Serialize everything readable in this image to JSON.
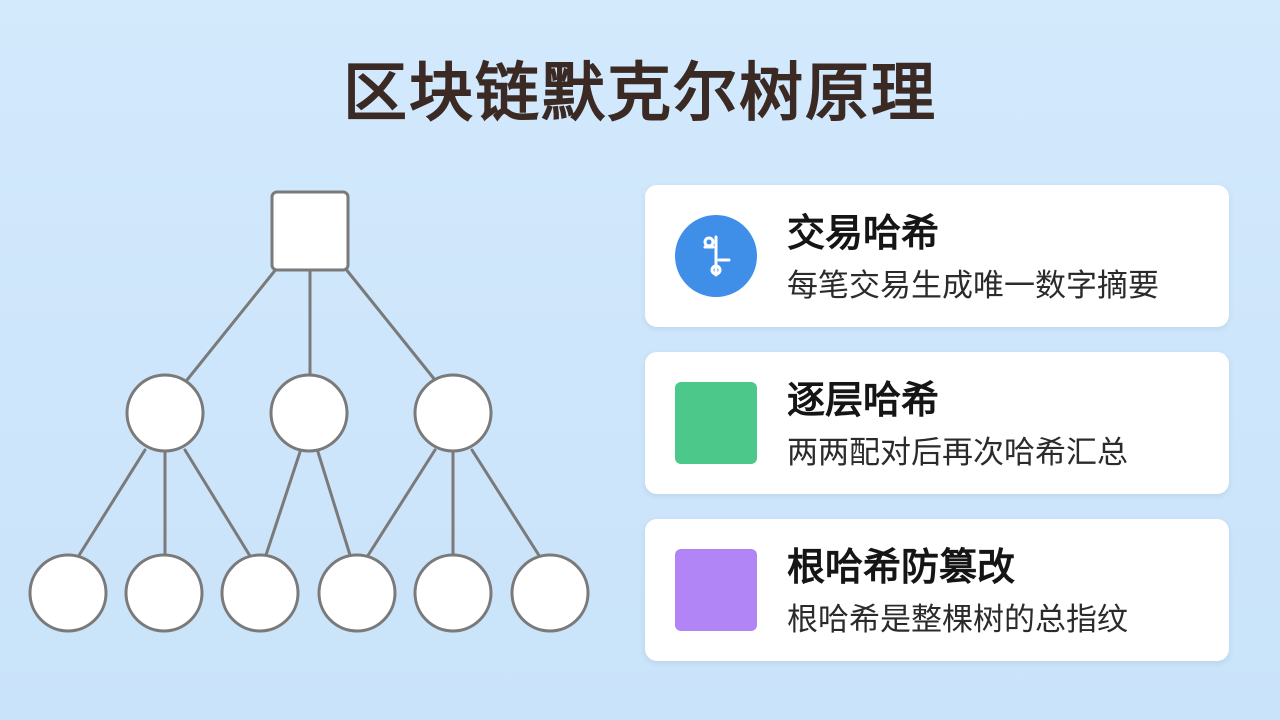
{
  "title": "区块链默克尔树原理",
  "colors": {
    "background": "#cfe7fb",
    "title": "#3b2a24",
    "node_fill": "#ffffff",
    "node_stroke": "#7a7a7a",
    "edge": "#7a7a7a",
    "blue_badge": "#3f8ee8",
    "green_badge": "#4cc98a",
    "purple_badge": "#b185f5"
  },
  "cards": [
    {
      "title": "交易哈希",
      "description": "每笔交易生成唯一数字摘要",
      "icon": "hash-node-icon",
      "badge_color": "#3f8ee8"
    },
    {
      "title": "逐层哈希",
      "description": "两两配对后再次哈希汇总",
      "icon": "green-square",
      "badge_color": "#4cc98a"
    },
    {
      "title": "根哈希防篡改",
      "description": "根哈希是整棵树的总指纹",
      "icon": "purple-square",
      "badge_color": "#b185f5"
    }
  ]
}
